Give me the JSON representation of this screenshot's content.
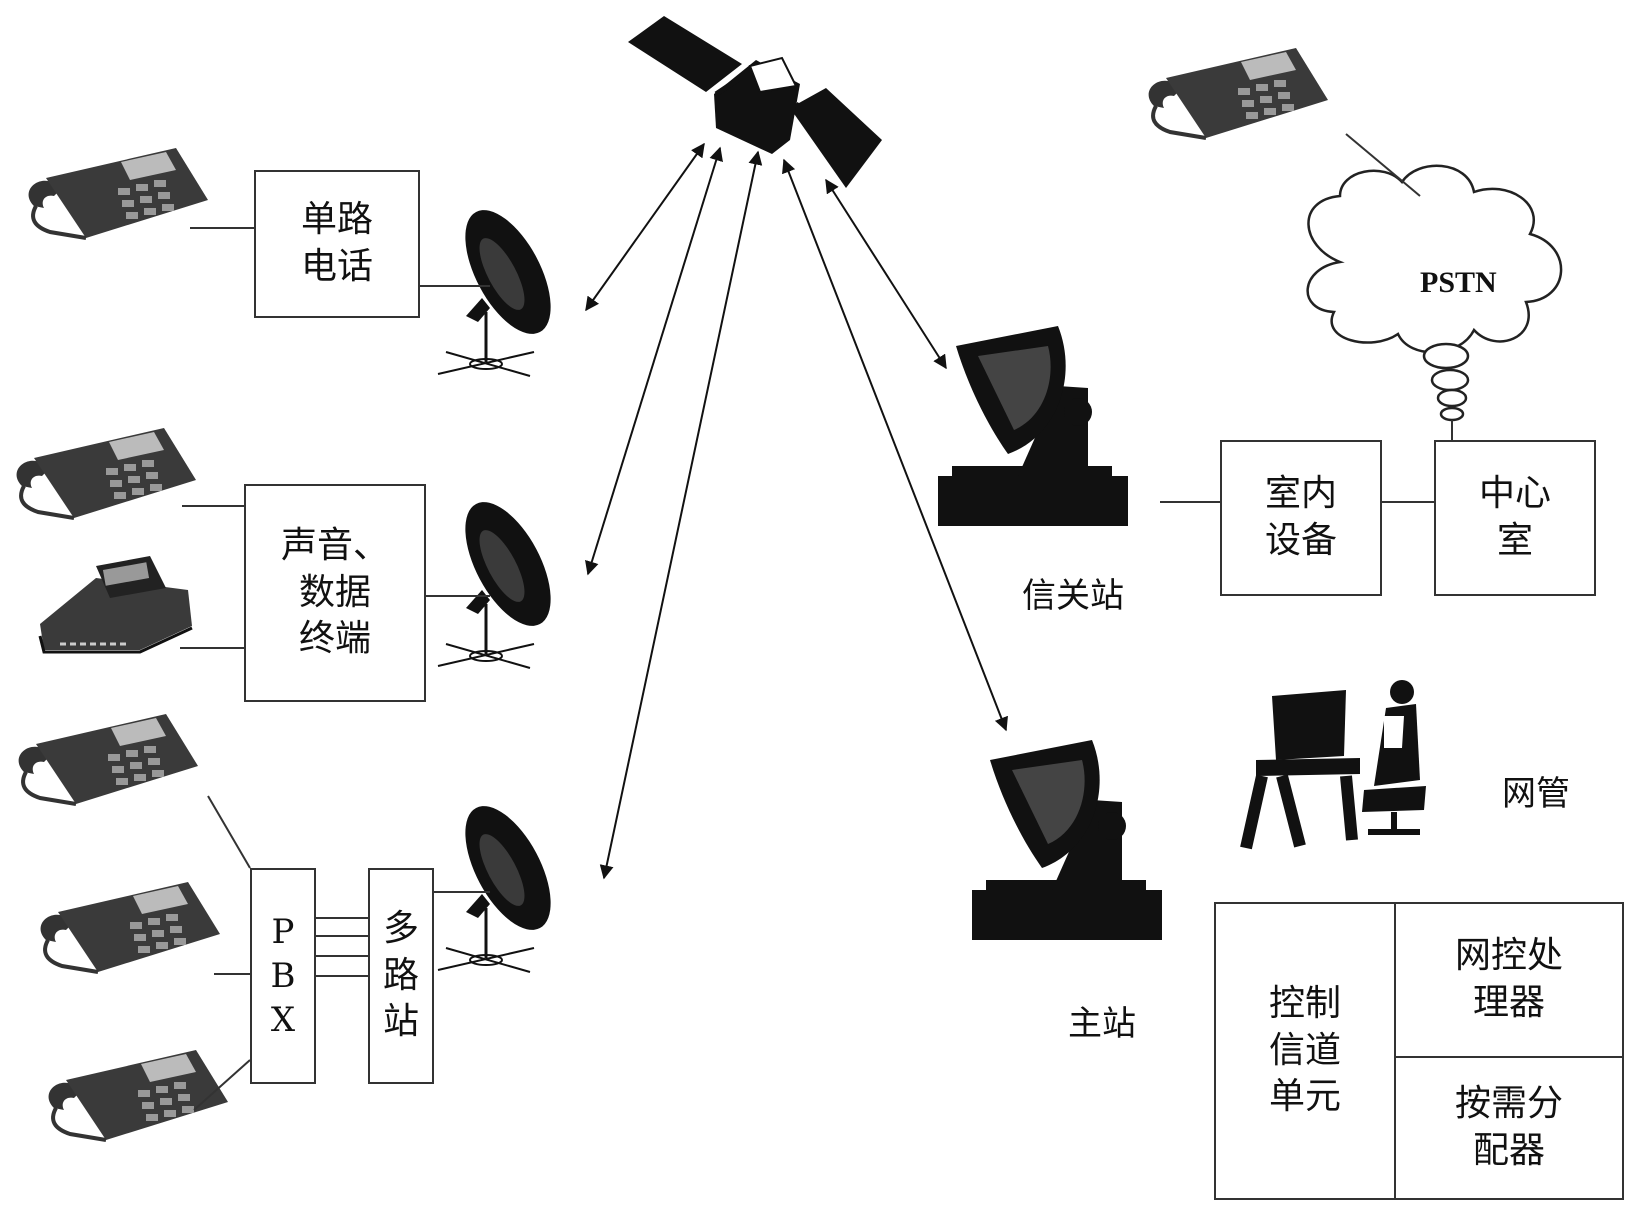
{
  "boxes": {
    "single_line_phone": "单路\n电话",
    "voice_data_terminal": "声音、\n数据\n终端",
    "pbx": "P\nB\nX",
    "multi_line_station": "多\n路\n站",
    "indoor_equipment": "室内\n设备",
    "central_office": "中心\n室",
    "control_channel_unit": "控制\n信道\n单元",
    "network_control_processor": "网控处\n理器",
    "demand_assignment_allocator": "按需分\n配器"
  },
  "labels": {
    "pstn": "PSTN",
    "gateway_station": "信关站",
    "main_station": "主站",
    "network_management": "网管"
  },
  "colors": {
    "ink": "#111111",
    "line": "#333333",
    "phone": "#3a3a3a"
  }
}
